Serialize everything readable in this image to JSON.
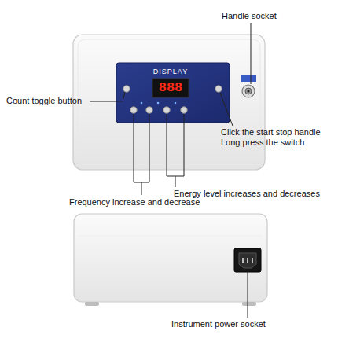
{
  "diagram": {
    "labels": [
      "Handle socket",
      "Count toggle button",
      "Click the start stop handle Long press the switch",
      "Frequency increase and decrease",
      "Energy level increases and decreases",
      "Instrument power socket",
      "DISPLAY",
      "888"
    ]
  }
}
